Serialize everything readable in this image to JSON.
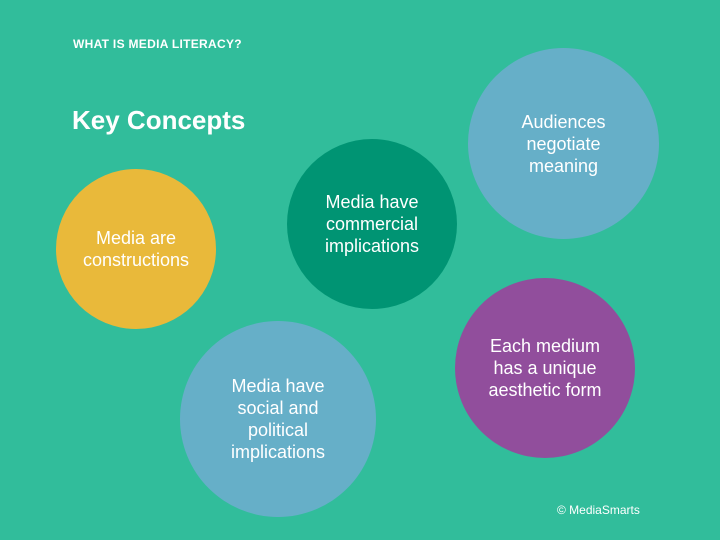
{
  "slide": {
    "eyebrow": "WHAT IS MEDIA LITERACY?",
    "title": "Key Concepts",
    "footer": "© MediaSmarts"
  },
  "colors": {
    "background": "#31BD9B",
    "yellow": "#E9B93A",
    "dark_green": "#009473",
    "light_blue": "#66AFC8",
    "purple": "#914E9C",
    "text": "#ffffff"
  },
  "concepts": [
    {
      "id": "constructions",
      "color": "#E9B93A",
      "lines": [
        "Media are",
        "constructions"
      ]
    },
    {
      "id": "commercial",
      "color": "#009473",
      "lines": [
        "Media have",
        "commercial",
        "implications"
      ]
    },
    {
      "id": "audiences",
      "color": "#66AFC8",
      "lines": [
        "Audiences",
        "negotiate",
        "meaning"
      ]
    },
    {
      "id": "aesthetic",
      "color": "#914E9C",
      "lines": [
        "Each medium",
        "has a unique",
        "aesthetic form"
      ]
    },
    {
      "id": "social",
      "color": "#66AFC8",
      "lines": [
        "Media have",
        "social and",
        "political",
        "implications"
      ]
    }
  ]
}
